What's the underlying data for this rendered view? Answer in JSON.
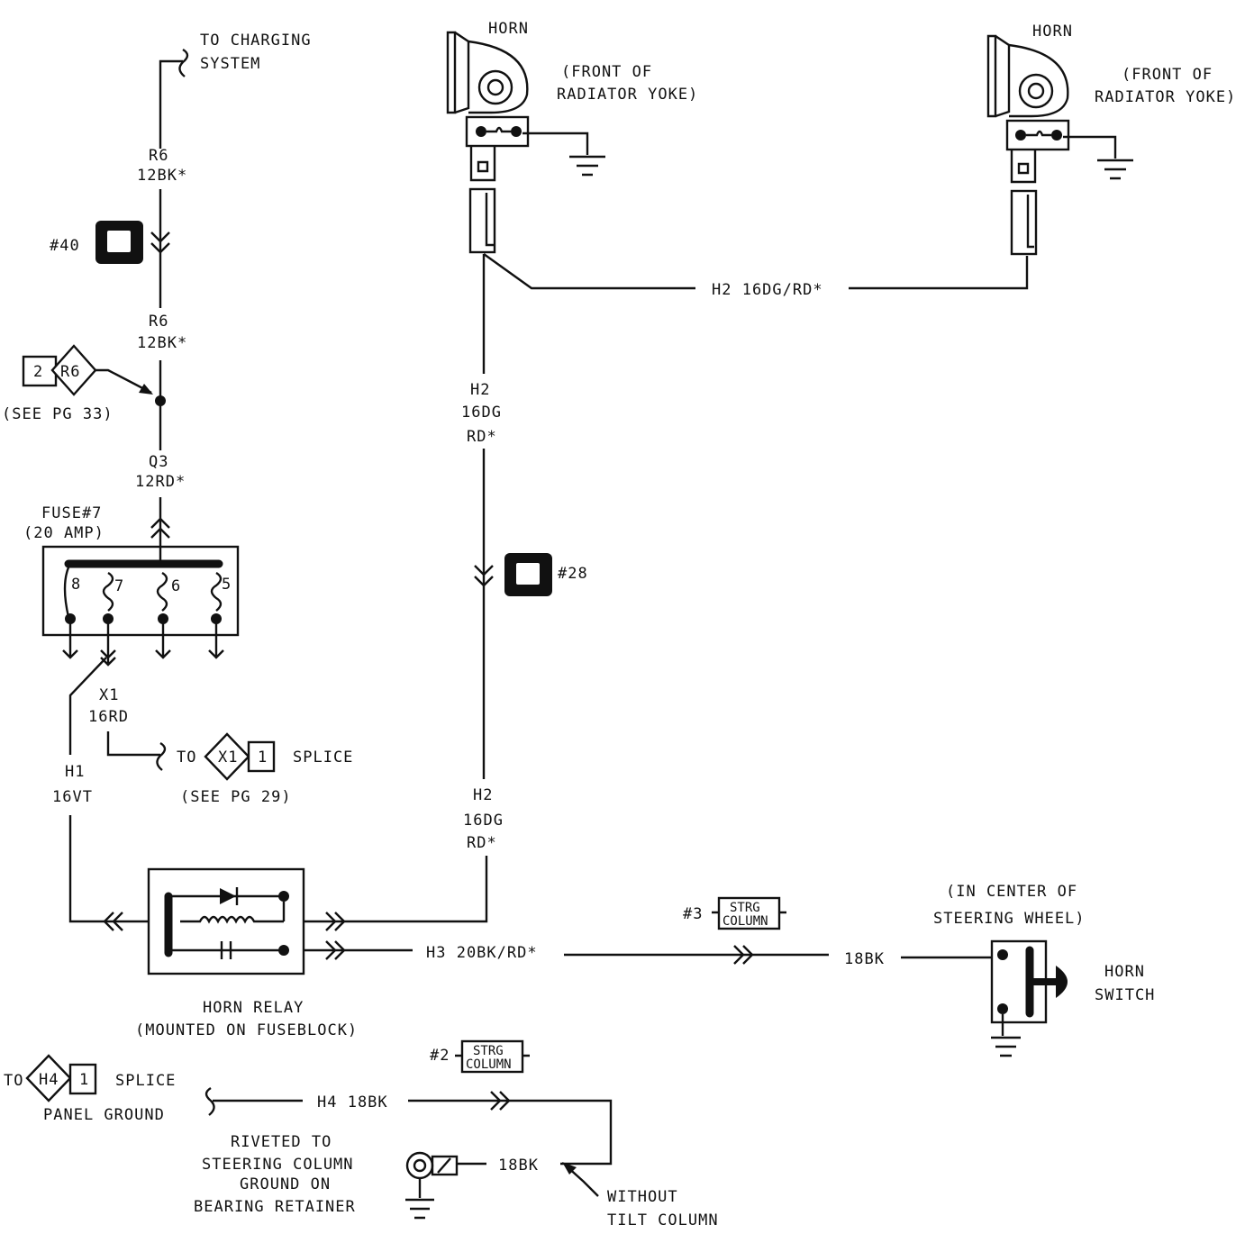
{
  "labels": {
    "to_charging_1": "TO CHARGING",
    "to_charging_2": "SYSTEM",
    "r6_a_1": "R6",
    "r6_a_2": "12BK*",
    "conn40": "#40",
    "r6_b_1": "R6",
    "r6_b_2": "12BK*",
    "splice_r6_num": "2",
    "splice_r6_id": "R6",
    "see_pg33": "(SEE PG 33)",
    "q3_1": "Q3",
    "q3_2": "12RD*",
    "fuse_1": "FUSE#7",
    "fuse_2": "(20 AMP)",
    "fuse_t8": "8",
    "fuse_t7": "7",
    "fuse_t6": "6",
    "fuse_t5": "5",
    "x1_1": "X1",
    "x1_2": "16RD",
    "to_x1": "TO",
    "x1_id": "X1",
    "x1_num": "1",
    "splice_word_1": "SPLICE",
    "see_pg29": "(SEE PG 29)",
    "h1_1": "H1",
    "h1_2": "16VT",
    "horn_l": "HORN",
    "front_l_1": "(FRONT OF",
    "front_l_2": "RADIATOR YOKE)",
    "horn_r": "HORN",
    "front_r_1": "(FRONT OF",
    "front_r_2": "RADIATOR YOKE)",
    "h2_top": "H2 16DG/RD*",
    "h2_a_1": "H2",
    "h2_a_2": "16DG",
    "h2_a_3": "RD*",
    "conn28": "#28",
    "h2_b_1": "H2",
    "h2_b_2": "16DG",
    "h2_b_3": "RD*",
    "relay_1": "HORN RELAY",
    "relay_2": "(MOUNTED ON FUSEBLOCK)",
    "h3": "H3 20BK/RD*",
    "conn3_num": "#3",
    "strg_1": "STRG",
    "column_1": "COLUMN",
    "w18bk_1": "18BK",
    "center_1": "(IN CENTER OF",
    "center_2": "STEERING WHEEL)",
    "horn_switch_1": "HORN",
    "horn_switch_2": "SWITCH",
    "to_h4": "TO",
    "h4_id": "H4",
    "h4_num": "1",
    "splice_word_2": "SPLICE",
    "panel_ground": "PANEL GROUND",
    "conn2_num": "#2",
    "strg_2": "STRG",
    "column_2": "COLUMN",
    "h4_wire": "H4 18BK",
    "riveted_1": "RIVETED TO",
    "riveted_2": "STEERING COLUMN",
    "riveted_3": "GROUND ON",
    "riveted_4": "BEARING RETAINER",
    "w18bk_2": "18BK",
    "without_1": "WITHOUT",
    "without_2": "TILT COLUMN"
  }
}
